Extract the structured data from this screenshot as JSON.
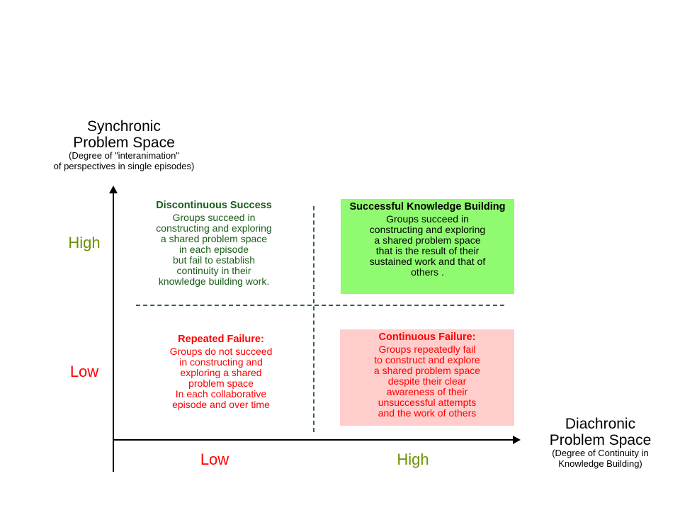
{
  "axes": {
    "y": {
      "title_line1": "Synchronic",
      "title_line2": "Problem Space",
      "subtitle_line1": "(Degree of \"interanimation\"",
      "subtitle_line2": "of  perspectives in single episodes)",
      "high_label": "High",
      "low_label": "Low",
      "high_color": "#6d9200",
      "low_color": "#ff0000"
    },
    "x": {
      "title_line1": "Diachronic",
      "title_line2": "Problem Space",
      "subtitle_line1": "(Degree of Continuity in",
      "subtitle_line2": "Knowledge Building)",
      "low_label": "Low",
      "high_label": "High",
      "high_color": "#6d9200",
      "low_color": "#ff0000"
    },
    "divider_color": "#355e63",
    "axis_color": "#000000"
  },
  "quadrants": {
    "top_left": {
      "title": "Discontinuous Success",
      "body": "Groups succeed in\nconstructing and exploring\na shared problem space\nin each episode\nbut fail to establish\ncontinuity in their\nknowledge building work.",
      "text_color": "#1a5c1a",
      "fill": "none"
    },
    "top_right": {
      "title": "Successful Knowledge Building",
      "body": "Groups succeed in\nconstructing and exploring\na shared problem space\nthat is the result of their\nsustained work and that of\nothers .",
      "text_color": "#000000",
      "fill": "#90fb70"
    },
    "bottom_left": {
      "title": "Repeated Failure:",
      "body": "Groups do not succeed\nin constructing and\nexploring a shared\nproblem space\nIn each collaborative\nepisode and over time",
      "text_color": "#ff0000",
      "fill": "none"
    },
    "bottom_right": {
      "title": "Continuous Failure:",
      "body": "Groups repeatedly fail\nto construct and explore\na shared problem space\ndespite their clear\nawareness of their\nunsuccessful attempts\nand the work of others",
      "text_color": "#ff0000",
      "fill": "#ffcdcb"
    }
  }
}
